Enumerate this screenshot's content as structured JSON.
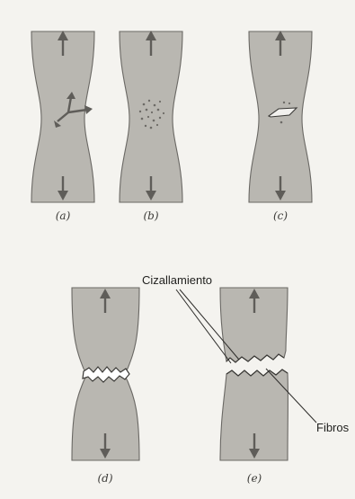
{
  "figure": {
    "panels": [
      {
        "id": "a",
        "label": "(a)",
        "stage": "cuello"
      },
      {
        "id": "b",
        "label": "(b)",
        "stage": "microcavidades"
      },
      {
        "id": "c",
        "label": "(c)",
        "stage": "grieta"
      },
      {
        "id": "d",
        "label": "(d)",
        "stage": "propagacion"
      },
      {
        "id": "e",
        "label": "(e)",
        "stage": "fractura"
      }
    ],
    "annotations": {
      "shear": "Cizallamiento",
      "fibrous": "Fibros"
    }
  },
  "colors": {
    "background": "#f4f3ef",
    "specimen": "#b9b7b1",
    "arrow": "#5f5d59",
    "crack": "#3a3936"
  }
}
